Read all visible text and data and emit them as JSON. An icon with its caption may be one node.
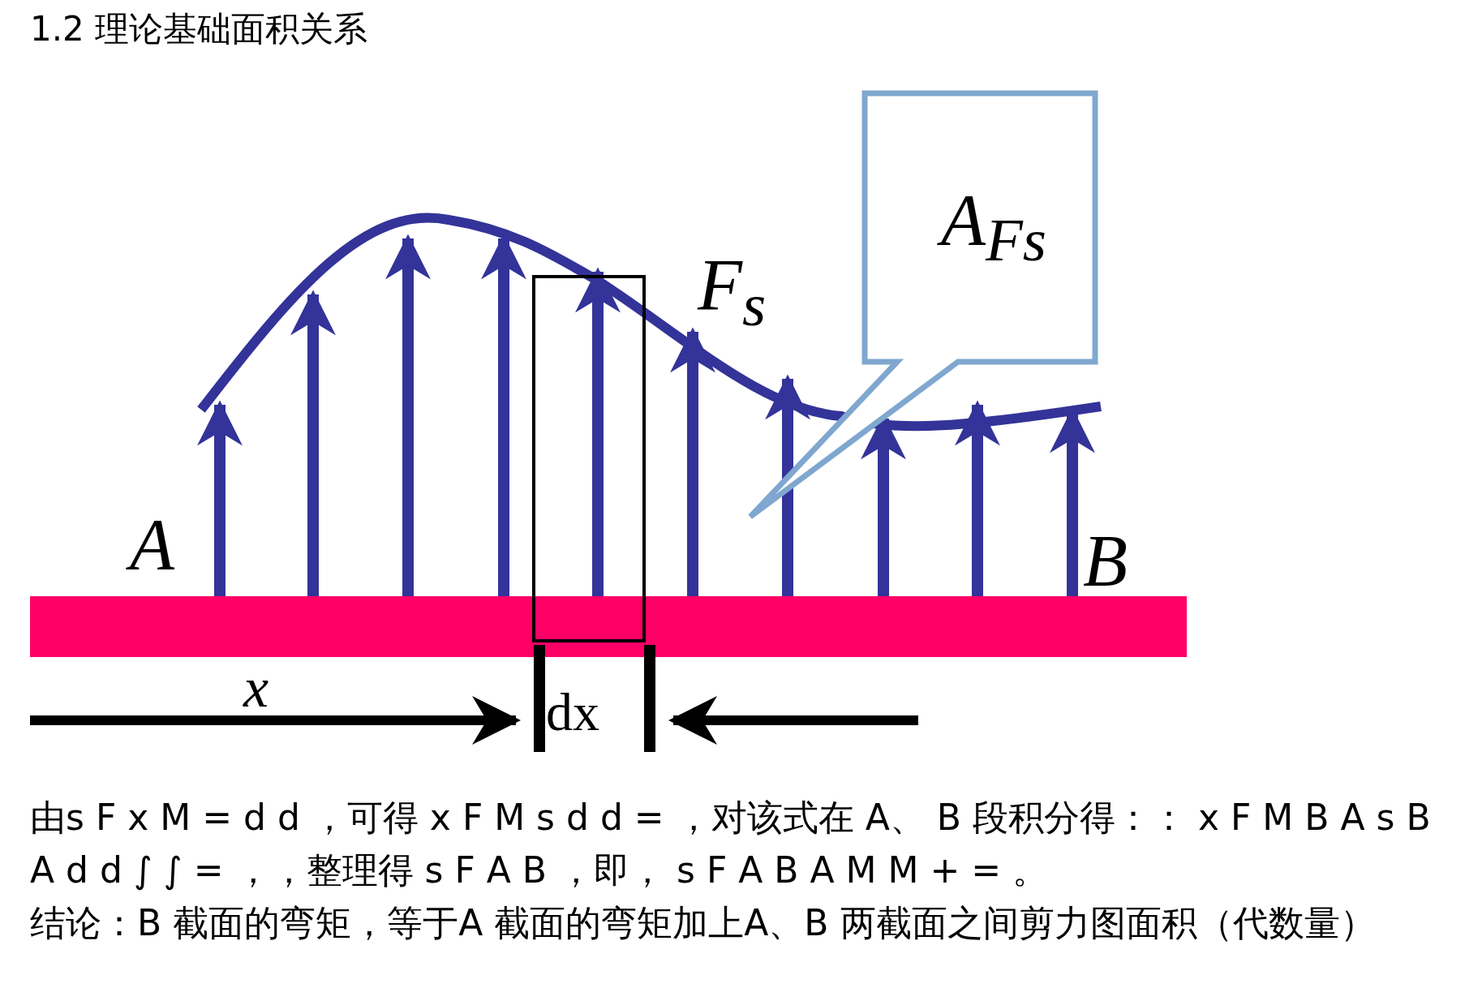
{
  "diagram": {
    "title": "1.2 理论基础面积关系",
    "nodes": [
      {
        "text": [
          "A$_{Fs}$"
        ]
      }
    ],
    "labels": [
      "F$_{s}$",
      "A",
      "B",
      "x",
      "dx",
      "由s F x M = d d ，可得 x F M s d d = ，对该式在 A、 B 段积分得：： x F M B A s B A d d ∫ ∫ = ，，整理得 s F A B ，即， s F A B A M M + = 。",
      "结论：B 截面的弯矩，等于A 截面的弯矩加上A、B 两截面之间剪力图面积（代数量）"
    ]
  }
}
